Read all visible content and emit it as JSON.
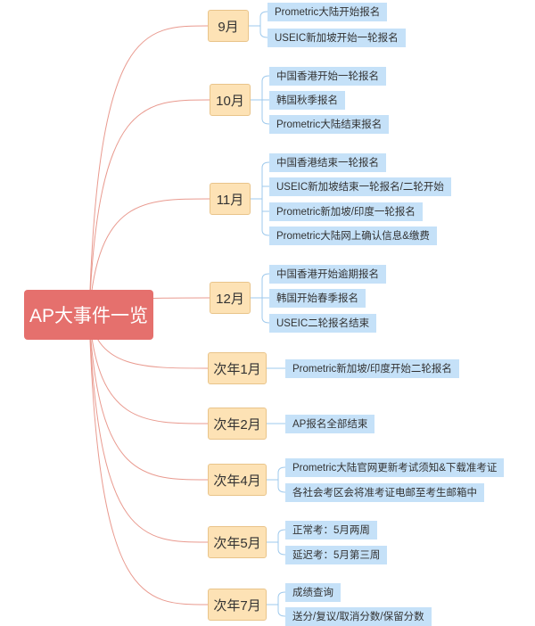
{
  "mindmap": {
    "root": "AP大事件一览",
    "branches": [
      {
        "label": "9月",
        "items": [
          "Prometric大陆开始报名",
          "USEIC新加坡开始一轮报名"
        ]
      },
      {
        "label": "10月",
        "items": [
          "中国香港开始一轮报名",
          "韩国秋季报名",
          "Prometric大陆结束报名"
        ]
      },
      {
        "label": "11月",
        "items": [
          "中国香港结束一轮报名",
          "USEIC新加坡结束一轮报名/二轮开始",
          "Prometric新加坡/印度一轮报名",
          "Prometric大陆网上确认信息&缴费"
        ]
      },
      {
        "label": "12月",
        "items": [
          "中国香港开始逾期报名",
          "韩国开始春季报名",
          "USEIC二轮报名结束"
        ]
      },
      {
        "label": "次年1月",
        "items": [
          "Prometric新加坡/印度开始二轮报名"
        ]
      },
      {
        "label": "次年2月",
        "items": [
          "AP报名全部结束"
        ]
      },
      {
        "label": "次年4月",
        "items": [
          "Prometric大陆官网更新考试须知&下载准考证",
          "各社会考区会将准考证电邮至考生邮箱中"
        ]
      },
      {
        "label": "次年5月",
        "items": [
          "正常考：5月两周",
          "延迟考：5月第三周"
        ]
      },
      {
        "label": "次年7月",
        "items": [
          "成绩查询",
          "送分/复议/取消分数/保留分数"
        ]
      }
    ]
  },
  "colors": {
    "root_fill": "#e5706d",
    "month_fill": "#fde2b5",
    "month_border": "#e9c48a",
    "leaf_fill": "#c5e1f8",
    "root_connector": "#e99a8f",
    "leaf_connector": "#9ec9ec"
  }
}
